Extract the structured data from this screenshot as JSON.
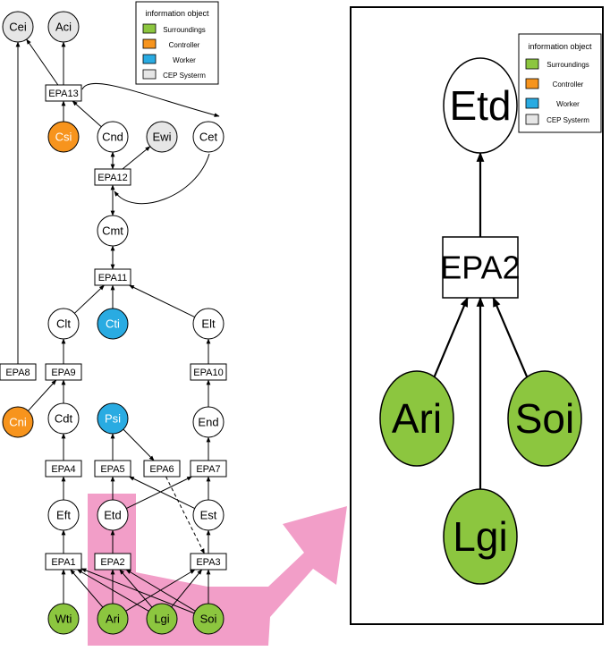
{
  "legend": {
    "title": "information object",
    "items": [
      {
        "label": "Surroundings",
        "color": "#8cc63f"
      },
      {
        "label": "Controller",
        "color": "#f7941d"
      },
      {
        "label": "Worker",
        "color": "#29abe2"
      },
      {
        "label": "CEP  Systerm",
        "color": "#e6e6e6"
      }
    ]
  },
  "colors": {
    "surroundings": "#8cc63f",
    "controller": "#f7941d",
    "worker": "#29abe2",
    "cep": "#e6e6e6",
    "plain": "#ffffff",
    "highlight": "#f29ec8"
  },
  "left_diagram": {
    "circles": [
      {
        "id": "Cei",
        "label": "Cei",
        "category": "cep"
      },
      {
        "id": "Aci",
        "label": "Aci",
        "category": "cep"
      },
      {
        "id": "Csi",
        "label": "Csi",
        "category": "controller"
      },
      {
        "id": "Cnd",
        "label": "Cnd",
        "category": "plain"
      },
      {
        "id": "Ewi",
        "label": "Ewi",
        "category": "cep"
      },
      {
        "id": "Cet",
        "label": "Cet",
        "category": "plain"
      },
      {
        "id": "Cmt",
        "label": "Cmt",
        "category": "plain"
      },
      {
        "id": "Clt",
        "label": "Clt",
        "category": "plain"
      },
      {
        "id": "Cti",
        "label": "Cti",
        "category": "worker"
      },
      {
        "id": "Elt",
        "label": "Elt",
        "category": "plain"
      },
      {
        "id": "Cni",
        "label": "Cni",
        "category": "controller"
      },
      {
        "id": "Cdt",
        "label": "Cdt",
        "category": "plain"
      },
      {
        "id": "Psi",
        "label": "Psi",
        "category": "worker"
      },
      {
        "id": "End",
        "label": "End",
        "category": "plain"
      },
      {
        "id": "Eft",
        "label": "Eft",
        "category": "plain"
      },
      {
        "id": "Etd",
        "label": "Etd",
        "category": "plain"
      },
      {
        "id": "Est",
        "label": "Est",
        "category": "plain"
      },
      {
        "id": "Wti",
        "label": "Wti",
        "category": "surroundings"
      },
      {
        "id": "Ari",
        "label": "Ari",
        "category": "surroundings"
      },
      {
        "id": "Lgi",
        "label": "Lgi",
        "category": "surroundings"
      },
      {
        "id": "Soi",
        "label": "Soi",
        "category": "surroundings"
      }
    ],
    "boxes": [
      {
        "id": "EPA13",
        "label": "EPA13"
      },
      {
        "id": "EPA12",
        "label": "EPA12"
      },
      {
        "id": "EPA11",
        "label": "EPA11"
      },
      {
        "id": "EPA8",
        "label": "EPA8"
      },
      {
        "id": "EPA9",
        "label": "EPA9"
      },
      {
        "id": "EPA10",
        "label": "EPA10"
      },
      {
        "id": "EPA4",
        "label": "EPA4"
      },
      {
        "id": "EPA5",
        "label": "EPA5"
      },
      {
        "id": "EPA6",
        "label": "EPA6"
      },
      {
        "id": "EPA7",
        "label": "EPA7"
      },
      {
        "id": "EPA1",
        "label": "EPA1"
      },
      {
        "id": "EPA2",
        "label": "EPA2"
      },
      {
        "id": "EPA3",
        "label": "EPA3"
      }
    ],
    "edges": [
      {
        "from": "Wti",
        "to": "EPA1"
      },
      {
        "from": "Ari",
        "to": "EPA1"
      },
      {
        "from": "Lgi",
        "to": "EPA1"
      },
      {
        "from": "Soi",
        "to": "EPA1"
      },
      {
        "from": "Ari",
        "to": "EPA2"
      },
      {
        "from": "Lgi",
        "to": "EPA2"
      },
      {
        "from": "Soi",
        "to": "EPA2"
      },
      {
        "from": "Ari",
        "to": "EPA3"
      },
      {
        "from": "Lgi",
        "to": "EPA3"
      },
      {
        "from": "Soi",
        "to": "EPA3"
      },
      {
        "from": "EPA1",
        "to": "Eft"
      },
      {
        "from": "EPA2",
        "to": "Etd"
      },
      {
        "from": "EPA3",
        "to": "Est"
      },
      {
        "from": "Eft",
        "to": "EPA4"
      },
      {
        "from": "Etd",
        "to": "EPA5"
      },
      {
        "from": "Etd",
        "to": "EPA7"
      },
      {
        "from": "Est",
        "to": "EPA5"
      },
      {
        "from": "Est",
        "to": "EPA7"
      },
      {
        "from": "EPA4",
        "to": "Cdt"
      },
      {
        "from": "EPA5",
        "to": "Psi"
      },
      {
        "from": "EPA7",
        "to": "End"
      },
      {
        "from": "Psi",
        "to": "EPA6"
      },
      {
        "from": "EPA6",
        "to": "EPA3",
        "dashed": true
      },
      {
        "from": "Cdt",
        "to": "EPA9"
      },
      {
        "from": "Cni",
        "to": "EPA9"
      },
      {
        "from": "End",
        "to": "EPA10"
      },
      {
        "from": "EPA9",
        "to": "Clt"
      },
      {
        "from": "EPA10",
        "to": "Elt"
      },
      {
        "from": "EPA8",
        "to": "Cei"
      },
      {
        "from": "Clt",
        "to": "EPA11"
      },
      {
        "from": "Cti",
        "to": "EPA11"
      },
      {
        "from": "Elt",
        "to": "EPA11"
      },
      {
        "from": "EPA11",
        "to": "Cmt"
      },
      {
        "from": "Cmt",
        "to": "EPA11"
      },
      {
        "from": "Cmt",
        "to": "EPA12"
      },
      {
        "from": "EPA12",
        "to": "Cmt"
      },
      {
        "from": "Cnd",
        "to": "EPA12"
      },
      {
        "from": "EPA12",
        "to": "Cnd"
      },
      {
        "from": "EPA12",
        "to": "Ewi"
      },
      {
        "from": "Cnd",
        "to": "EPA13"
      },
      {
        "from": "Csi",
        "to": "EPA13"
      },
      {
        "from": "EPA13",
        "to": "Cei"
      },
      {
        "from": "EPA13",
        "to": "Aci"
      }
    ]
  },
  "right_diagram": {
    "circles": [
      {
        "id": "Etd",
        "label": "Etd",
        "category": "plain"
      },
      {
        "id": "Ari",
        "label": "Ari",
        "category": "surroundings"
      },
      {
        "id": "Lgi",
        "label": "Lgi",
        "category": "surroundings"
      },
      {
        "id": "Soi",
        "label": "Soi",
        "category": "surroundings"
      }
    ],
    "boxes": [
      {
        "id": "EPA2",
        "label": "EPA2"
      }
    ],
    "edges": [
      {
        "from": "Ari",
        "to": "EPA2"
      },
      {
        "from": "Lgi",
        "to": "EPA2"
      },
      {
        "from": "Soi",
        "to": "EPA2"
      },
      {
        "from": "EPA2",
        "to": "Etd"
      }
    ]
  }
}
